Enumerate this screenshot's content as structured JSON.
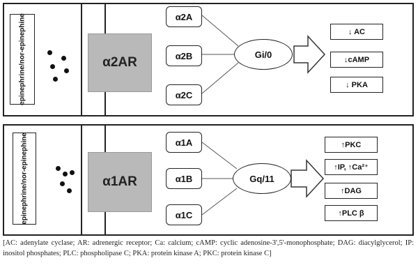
{
  "top": {
    "ligand_label": "epinephrine/nor-epinephine",
    "receptor": "α2AR",
    "subtypes": [
      "α2A",
      "α2B",
      "α2C"
    ],
    "g_protein": "Gi/0",
    "effects": [
      "↓ AC",
      "↓cAMP",
      "↓ PKA"
    ]
  },
  "bottom": {
    "ligand_label": "epinephrine/nor-epinephine",
    "receptor": "α1AR",
    "subtypes": [
      "α1A",
      "α1B",
      "α1C"
    ],
    "g_protein": "Gq/11",
    "effects": [
      "↑PKC",
      "↑IP, ↑Ca²⁺",
      "↑DAG",
      "↑PLC β"
    ]
  },
  "caption": "[AC: adenylate cyclase; AR: adrenergic receptor; Ca: calcium; cAMP: cyclic adenosine-3',5'-monophosphate; DAG: diacylglycerol; IP: inositol phosphates; PLC: phospholipase C; PKA: protein kinase A; PKC: protein kinase C]"
}
